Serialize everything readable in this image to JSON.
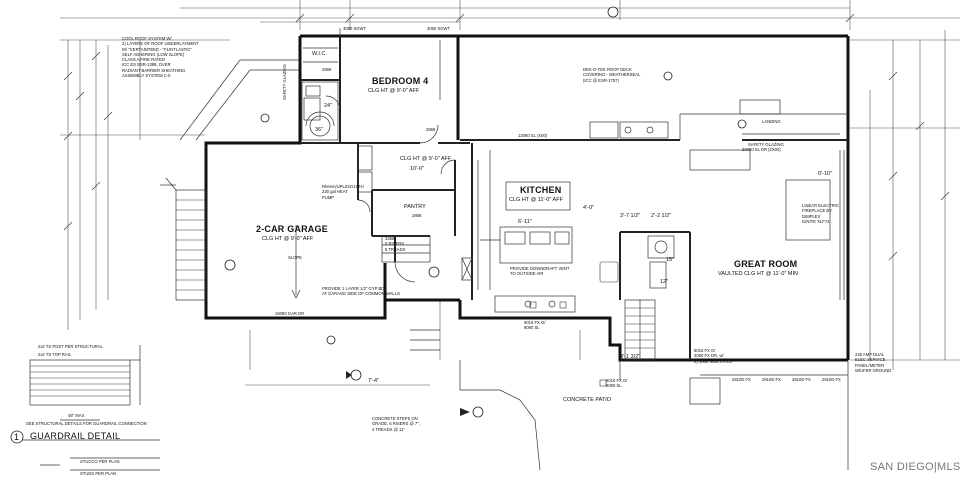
{
  "rooms": {
    "bedroom4": {
      "name": "BEDROOM 4",
      "ceiling": "CLG HT @ 9'-0\" AFF"
    },
    "garage": {
      "name": "2-CAR GARAGE",
      "ceiling": "CLG HT @ 9'-0\" AFF"
    },
    "kitchen": {
      "name": "KITCHEN",
      "ceiling": "CLG HT @ 11'-0\" AFF"
    },
    "great_room": {
      "name": "GREAT ROOM",
      "ceiling": "VAULTED CLG HT @ 11'-0\" MIN"
    },
    "hall_ceiling": "CLG HT @ 9'-0\" AFF",
    "pantry": "PANTRY",
    "wic": "W.I.C.",
    "patio": "CONCRETE PATIO"
  },
  "notes": {
    "roof_system": "COOL ROOF SYSTEM W/\n2) LAYERS OF ROOF UNDERLAYMENT\nW/ \"CERTAINTEED - \"FLINTLASTIC\"\nSELF ADHERING (LOW SLOPE)\nCLASS A FIRE RATED\nICC ES ESR-1388, OVER\nRADIANT BARRIER SHEATHING\nASSEMBLY SYSTEM C-5",
    "roof_deck": "DEK-O-TEK ROOF DECK\nCOVERING - WEATHERSEAL\n(ICC @ ESR-1757)",
    "fireplace": "LINEAR ELECTRIC\nFIREPLACE BY\nDIMPLEX\nIGNITE XLF74",
    "garage_wall": "PROVIDE 1 LAYER 1/2\" GYP BD\nAT GARAGE SIDE OF COMMON WALLS",
    "hood": "PROVIDE DOWNDRAFT VENT\nTO OUTSIDE AIR",
    "steps": "CONCRETE STEPS ON\nGRADE, 6 RISERS @ 7\",\n4 TREADS @ 11\"",
    "service": "225 AMP DUAL\nELEC SERVICE\nPANEL/METER\nW/UFER GROUND",
    "heat_pump": "Rheem/UPL2SOJ1RH\n230 gal HEAT\nPUMP",
    "stair_label": "3366\n6 RISERS\n5 TREADS",
    "safety_glazing": "SAFETY GLAZING",
    "slider": "20080 SL DR (2X00)",
    "garage_door": "16080 GAR DR",
    "door_12080": "12080 SL (X00)",
    "window_3050_a": "3050 SGWT",
    "window_3050_b": "3050 SGWT",
    "window_6016": "6016 FX O/\n8060 SL",
    "window_6016_b": "6016 FX O/\n8080 SL",
    "window_6016_c": "6016 FX O/\n4060 FX DR, w/\n2) 1060 SIDE LITES",
    "fx_windows": [
      "2810D FX",
      "2810D FX",
      "2810D FX",
      "2810D FX"
    ],
    "door_2868_a": "2868",
    "door_2868_b": "2868",
    "door_2868_c": "2868",
    "guardrail_notes": [
      "2x2 TS POST PER STRUCTURAL",
      "2x2 TS TOP RAIL"
    ],
    "guardrail_see": "SEE STRUCTURAL DETAILS FOR GUARDRAIL CONNECTION",
    "stucco": [
      "STUCCO PER PLAN",
      "STUDS PER PLAN"
    ],
    "max_spacing": "48\" MAX",
    "landing": "LANDING",
    "slope": "SLOPE",
    "dims": {
      "d1": "10'-0\"",
      "d2": "0'-10\"",
      "d3": "6'-11\"",
      "d4": "3'-7 1/2\"",
      "d5": "2'-2 1/2\"",
      "d6": "4'-0\"",
      "d7": "4'-1 3/2\"",
      "d8": "7'-4\"",
      "d9": "15\"",
      "d10": "24\"",
      "d11": "36\"",
      "d12": "12\""
    }
  },
  "detail": {
    "number": "1",
    "title": "GUARDRAIL DETAIL"
  },
  "watermark": "SAN DIEGO|MLS"
}
